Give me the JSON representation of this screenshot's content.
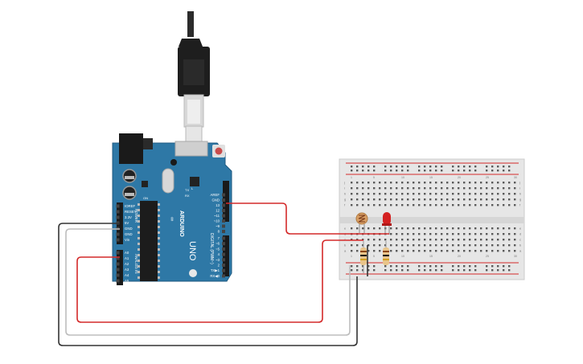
{
  "board": {
    "brand": "ARDUINO",
    "model": "UNO",
    "on_label": "ON",
    "tx_label": "TX",
    "rx_label": "RX",
    "l_label": "L",
    "header_top": [
      "AREF",
      "GND",
      "13",
      "12",
      "~11",
      "~10",
      "~9",
      "8"
    ],
    "header_bottom": [
      "7",
      "~6",
      "~5",
      "4",
      "~3",
      "2",
      "TX▶1",
      "RX◀0"
    ],
    "digital_label": "DIGITAL (PWM~)",
    "power_label": "POWER",
    "analog_label": "ANALOG IN",
    "power_pins": [
      "IOREF",
      "RESET",
      "3.3V",
      "5V",
      "GND",
      "GND",
      "Vin"
    ],
    "analog_pins": [
      "A0",
      "A1",
      "A2",
      "A3",
      "A4",
      "A5"
    ]
  },
  "breadboard": {
    "top_rows": [
      "j",
      "i",
      "h",
      "g",
      "f"
    ],
    "bottom_rows": [
      "e",
      "d",
      "c",
      "b",
      "a"
    ],
    "col_numbers": [
      "1",
      "5",
      "10",
      "15",
      "20",
      "25",
      "30"
    ]
  },
  "colors": {
    "board": "#2e78a6",
    "board_dark": "#1f5a80",
    "breadboard": "#e6e6e6",
    "wire_red": "#d42a2a",
    "wire_black": "#333333",
    "wire_gray": "#bdbdbd",
    "led": "#d42020"
  }
}
